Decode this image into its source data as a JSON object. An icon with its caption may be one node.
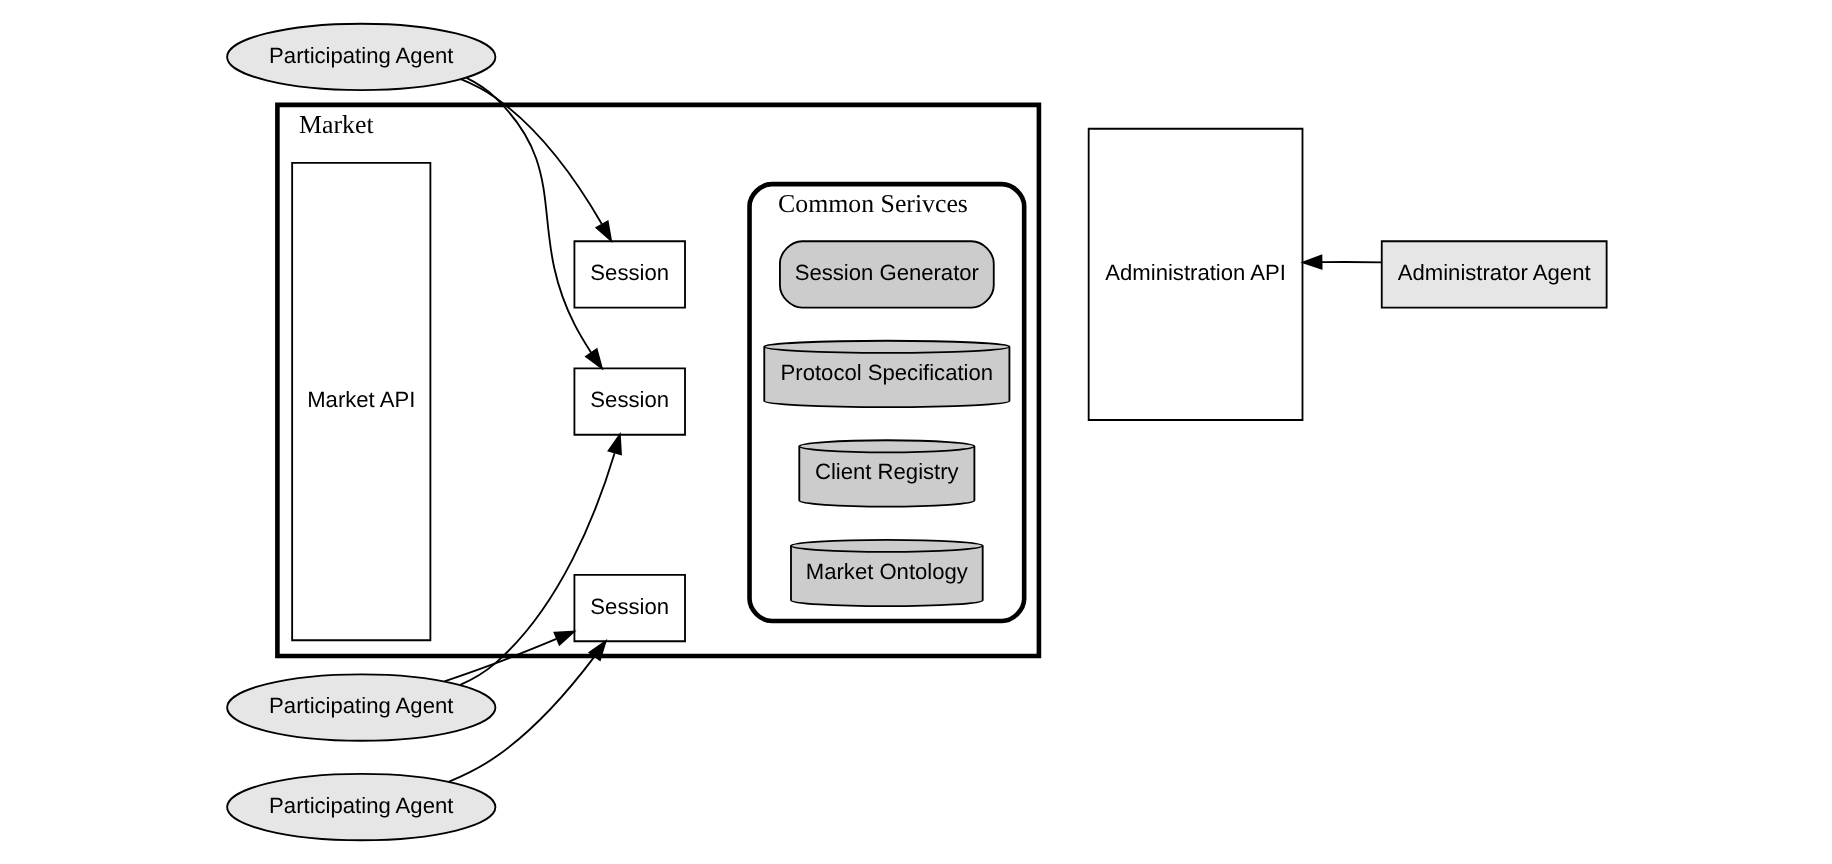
{
  "diagram": {
    "nodes": [
      {
        "text": [
          "Participating Agent"
        ]
      },
      {
        "text": [
          "Participating Agent"
        ]
      },
      {
        "text": [
          "Participating Agent"
        ]
      },
      {
        "text": [
          "Market"
        ]
      },
      {
        "text": [
          "Market API"
        ],
        "in": 3
      },
      {
        "text": [
          "Session"
        ],
        "in": 3
      },
      {
        "text": [
          "Session"
        ],
        "in": 3
      },
      {
        "text": [
          "Session"
        ],
        "in": 3
      },
      {
        "text": [
          "Common Serivces"
        ],
        "in": 3
      },
      {
        "text": [
          "Session Generator"
        ],
        "in": 8
      },
      {
        "text": [
          "Protocol Specification"
        ],
        "in": 8
      },
      {
        "text": [
          "Client Registry"
        ],
        "in": 8
      },
      {
        "text": [
          "Market Ontology"
        ],
        "in": 8
      },
      {
        "text": [
          "Administration API"
        ]
      },
      {
        "text": [
          "Administrator Agent"
        ]
      }
    ],
    "edges": [
      {
        "from": 0,
        "to": 5,
        "arrow": "to"
      },
      {
        "from": 0,
        "to": 6,
        "arrow": "to"
      },
      {
        "from": 1,
        "to": 6,
        "arrow": "to"
      },
      {
        "from": 1,
        "to": 7,
        "arrow": "to"
      },
      {
        "from": 2,
        "to": 7,
        "arrow": "to"
      },
      {
        "from": 14,
        "to": 13,
        "arrow": "to"
      }
    ]
  }
}
